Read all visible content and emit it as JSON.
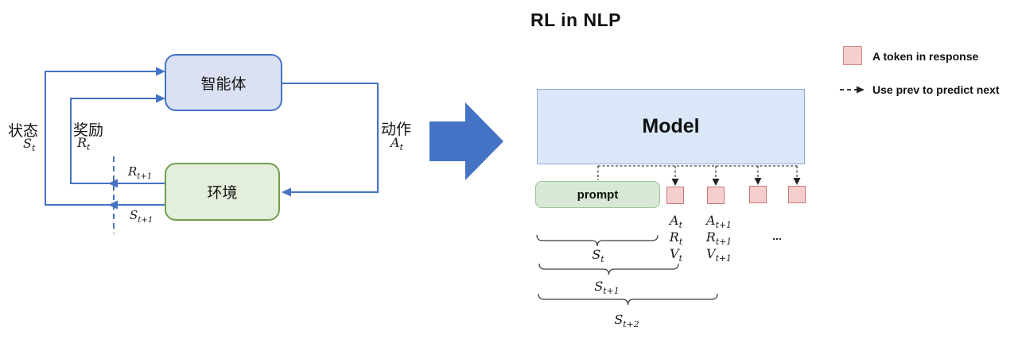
{
  "title": "RL in NLP",
  "colors": {
    "line_blue": "#4472c4",
    "agent_fill": "#dbe1f2",
    "env_fill": "#e3efda",
    "model_fill": "#dae7f8",
    "prompt_fill": "#d7e9d5",
    "token_fill": "#f6cecd",
    "token_border": "#c57a77"
  },
  "left_diagram": {
    "agent_label": "智能体",
    "env_label": "环境",
    "state_label": "状态",
    "state_math": {
      "base": "S",
      "sub": "t"
    },
    "reward_label": "奖励",
    "reward_math": {
      "base": "R",
      "sub": "t"
    },
    "action_label": "动作",
    "action_math": {
      "base": "A",
      "sub": "t"
    },
    "reward_next": {
      "base": "R",
      "sub": "t+1"
    },
    "state_next": {
      "base": "S",
      "sub": "t+1"
    }
  },
  "right_diagram": {
    "model_label": "Model",
    "prompt_label": "prompt",
    "rows": {
      "a_t": {
        "base": "A",
        "sub": "t"
      },
      "a_t1": {
        "base": "A",
        "sub": "t+1"
      },
      "r_t": {
        "base": "R",
        "sub": "t"
      },
      "r_t1": {
        "base": "R",
        "sub": "t+1"
      },
      "v_t": {
        "base": "V",
        "sub": "t"
      },
      "v_t1": {
        "base": "V",
        "sub": "t+1"
      },
      "ellipsis": "..."
    },
    "braces": {
      "s_t": {
        "base": "S",
        "sub": "t"
      },
      "s_t1": {
        "base": "S",
        "sub": "t+1"
      },
      "s_t2": {
        "base": "S",
        "sub": "t+2"
      }
    }
  },
  "legend": {
    "token_label": "A token in response",
    "arrow_label": "Use prev to predict next"
  }
}
